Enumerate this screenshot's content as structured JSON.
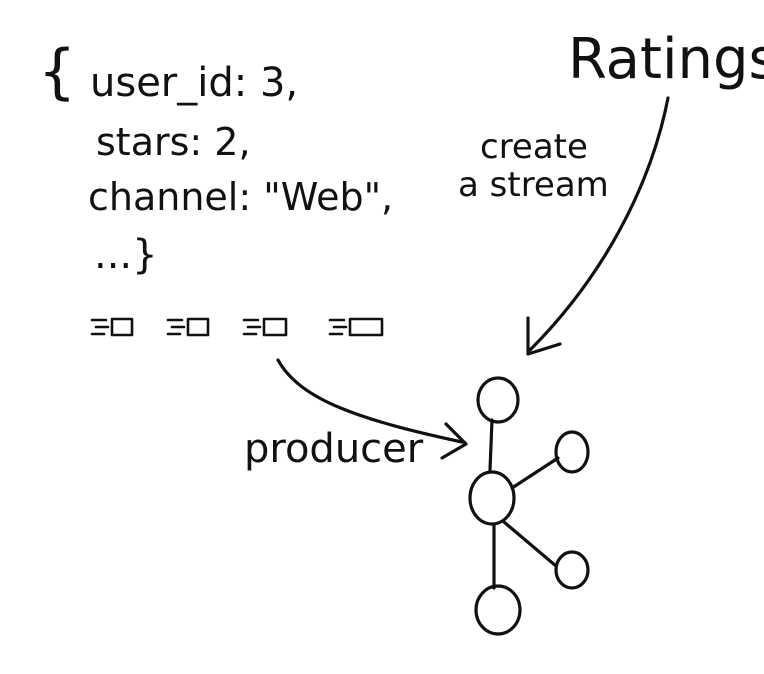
{
  "record": {
    "open_brace": "{",
    "line1": "user_id: 3,",
    "line2": "stars: 2,",
    "line3": "channel: \"Web\",",
    "line4": "...}"
  },
  "labels": {
    "stream_name": "Ratings",
    "action_line1": "create",
    "action_line2": "a stream",
    "producer": "producer"
  },
  "colors": {
    "ink": "#111111",
    "background": "#ffffff"
  }
}
